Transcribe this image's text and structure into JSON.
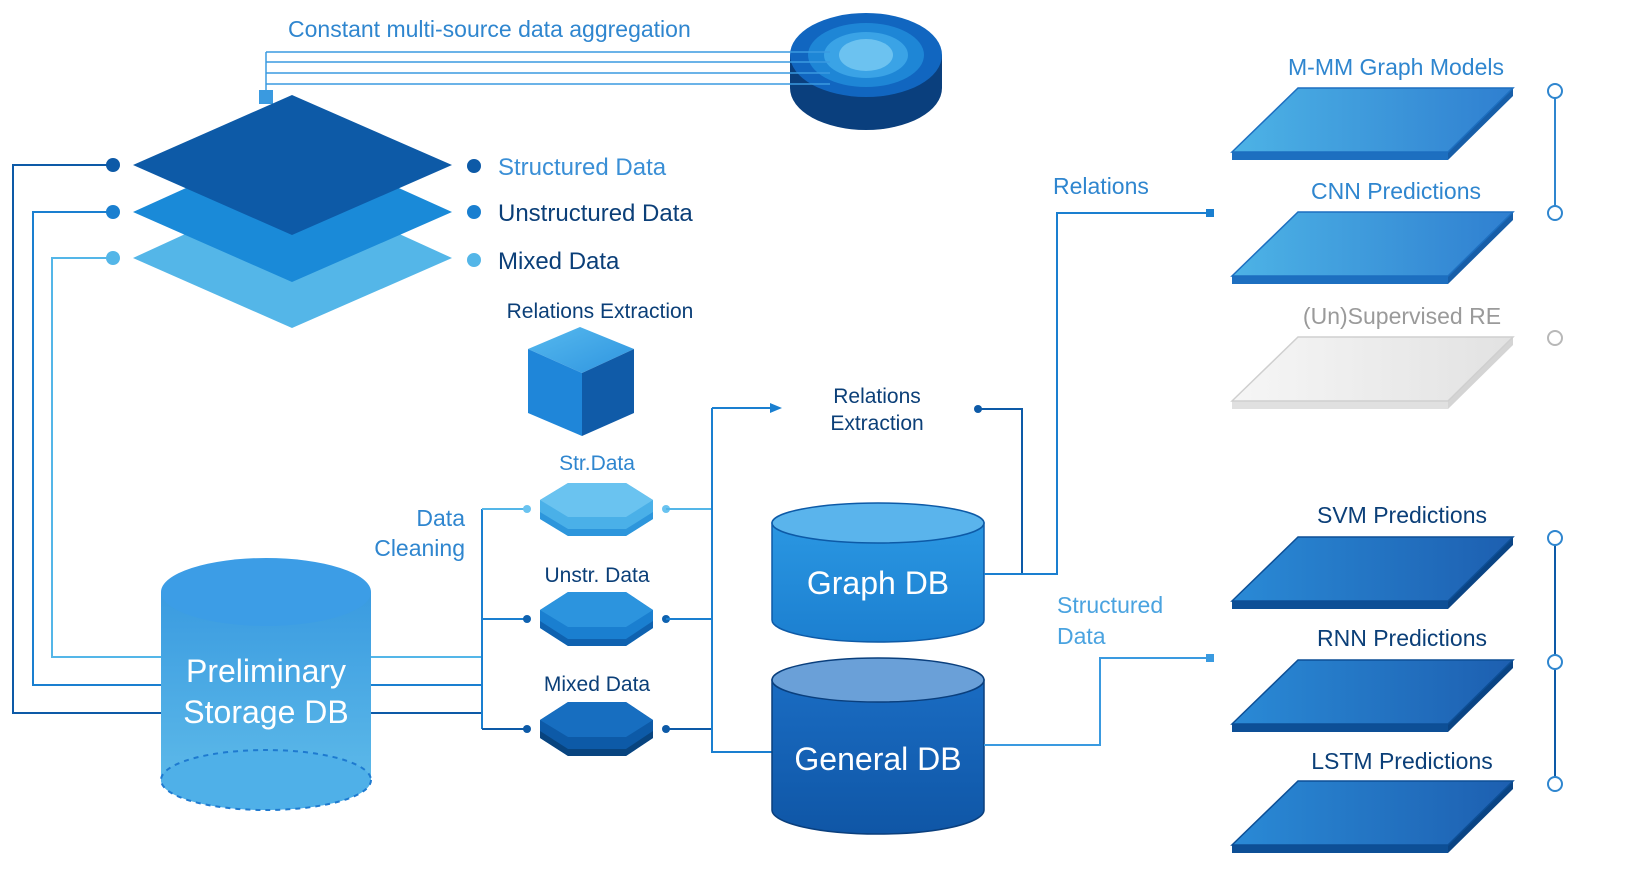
{
  "colors": {
    "dark_blue": "#0d5aa7",
    "mid_blue": "#1a8ad8",
    "light_blue": "#4fb3e6",
    "label_blue": "#2f86cf",
    "navy_text": "#0b3f78",
    "gray": "#c8c8c8",
    "gray_text": "#9a9a9a"
  },
  "aggregation": {
    "label": "Constant multi-source data aggregation"
  },
  "layers": {
    "structured": "Structured Data",
    "unstructured": "Unstructured Data",
    "mixed": "Mixed Data"
  },
  "relations_extraction_title": "Relations Extraction",
  "data_cleaning": {
    "line1": "Data",
    "line2": "Cleaning"
  },
  "hex": {
    "str": "Str.Data",
    "unstr": "Unstr. Data",
    "mixed": "Mixed Data"
  },
  "relations_extraction_node": {
    "line1": "Relations",
    "line2": "Extraction"
  },
  "databases": {
    "preliminary_line1": "Preliminary",
    "preliminary_line2": "Storage DB",
    "graph": "Graph DB",
    "general": "General DB"
  },
  "edge_labels": {
    "relations": "Relations",
    "structured_line1": "Structured",
    "structured_line2": "Data"
  },
  "models_top": {
    "m_mm": "M-MM Graph Models",
    "cnn": "CNN Predictions",
    "unsupervised": "(Un)Supervised RE"
  },
  "models_bottom": {
    "svm": "SVM Predictions",
    "rnn": "RNN Predictions",
    "lstm": "LSTM Predictions"
  }
}
